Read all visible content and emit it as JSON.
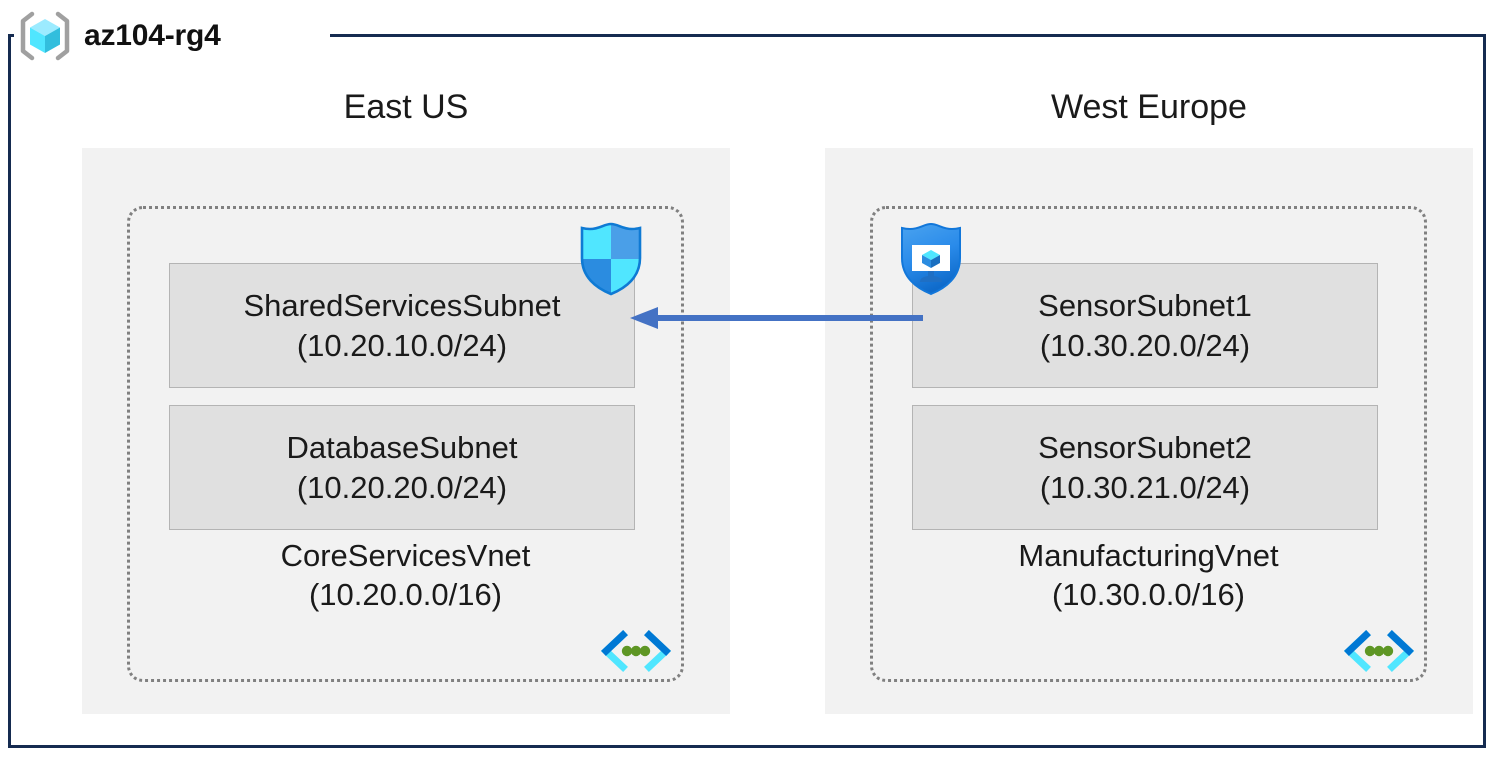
{
  "diagram": {
    "type": "azure-architecture",
    "resource_group": {
      "name": "az104-rg4",
      "icon": "resource-group-icon",
      "frame_color": "#152b50"
    },
    "regions": [
      {
        "label": "East US",
        "vnet": {
          "name": "CoreServicesVnet",
          "cidr": "(10.20.0.0/16)",
          "icon": "virtual-network-icon",
          "subnets": [
            {
              "name": "SharedServicesSubnet",
              "cidr": "(10.20.10.0/24)",
              "badge": "security-shield-icon"
            },
            {
              "name": "DatabaseSubnet",
              "cidr": "(10.20.20.0/24)",
              "badge": null
            }
          ]
        }
      },
      {
        "label": "West Europe",
        "vnet": {
          "name": "ManufacturingVnet",
          "cidr": "(10.30.0.0/16)",
          "icon": "virtual-network-icon",
          "subnets": [
            {
              "name": "SensorSubnet1",
              "cidr": "(10.30.20.0/24)",
              "badge": "virtual-machine-shield-icon"
            },
            {
              "name": "SensorSubnet2",
              "cidr": "(10.30.21.0/24)",
              "badge": null
            }
          ]
        }
      }
    ],
    "connection": {
      "name": "vnet-peering-arrow",
      "direction": "right-to-left",
      "color": "#4472c4",
      "from": "SensorSubnet1",
      "to": "SharedServicesSubnet"
    },
    "colors": {
      "frame": "#152b50",
      "region_fill": "#f2f2f2",
      "subnet_fill": "#e0e0e0",
      "subnet_stroke": "#b4b4b4",
      "vnet_stroke": "#808080",
      "arrow": "#4472c4",
      "accent_cyan": "#50e6ff",
      "accent_blue": "#0078d4",
      "icon_green": "#5e9624"
    }
  }
}
